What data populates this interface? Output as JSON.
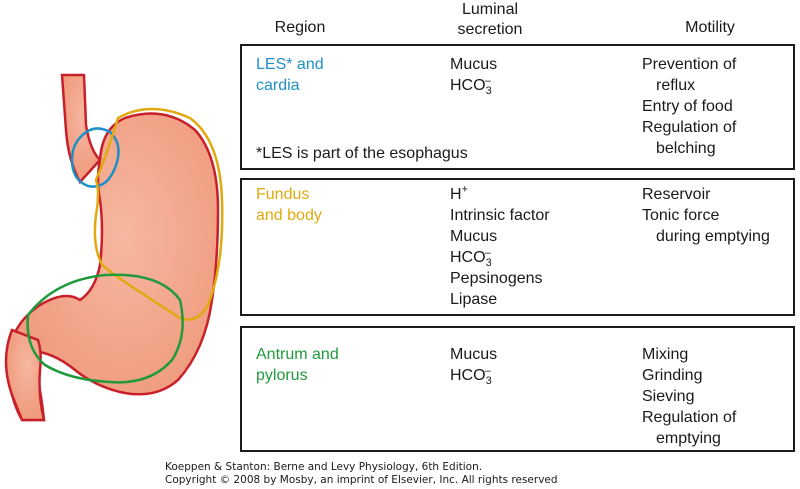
{
  "headers": {
    "region": "Region",
    "secretion_line1": "Luminal",
    "secretion_line2": "secretion",
    "motility": "Motility"
  },
  "rows": [
    {
      "region_lines": [
        "LES* and",
        "cardia"
      ],
      "region_color": "#1f8fc8",
      "secretions": [
        {
          "text": "Mucus"
        },
        {
          "text": "HCO",
          "sub": "3",
          "sup": "–"
        }
      ],
      "motility": [
        {
          "text": "Prevention of",
          "indent": false
        },
        {
          "text": "reflux",
          "indent": true
        },
        {
          "text": "Entry of food",
          "indent": false
        },
        {
          "text": "Regulation of",
          "indent": false
        },
        {
          "text": "belching",
          "indent": true
        }
      ],
      "note": "*LES is part of the esophagus"
    },
    {
      "region_lines": [
        "Fundus",
        "and body"
      ],
      "region_color": "#e0a910",
      "secretions": [
        {
          "text": "H",
          "sup": "+"
        },
        {
          "text": "Intrinsic factor"
        },
        {
          "text": "Mucus"
        },
        {
          "text": "HCO",
          "sub": "3",
          "sup": "–"
        },
        {
          "text": "Pepsinogens"
        },
        {
          "text": "Lipase"
        }
      ],
      "motility": [
        {
          "text": "Reservoir",
          "indent": false
        },
        {
          "text": "Tonic force",
          "indent": false
        },
        {
          "text": "during emptying",
          "indent": true
        }
      ]
    },
    {
      "region_lines": [
        "Antrum and",
        "pylorus"
      ],
      "region_color": "#1f9a3c",
      "secretions": [
        {
          "text": "Mucus"
        },
        {
          "text": "HCO",
          "sub": "3",
          "sup": "–"
        }
      ],
      "motility": [
        {
          "text": "Mixing",
          "indent": false
        },
        {
          "text": "Grinding",
          "indent": false
        },
        {
          "text": "Sieving",
          "indent": false
        },
        {
          "text": "Regulation of",
          "indent": false
        },
        {
          "text": "emptying",
          "indent": true
        }
      ]
    }
  ],
  "credit": {
    "line1": "Koeppen & Stanton: Berne and Levy Physiology, 6th Edition.",
    "line2": "Copyright © 2008 by Mosby, an imprint of Elsevier, Inc. All rights reserved"
  },
  "colors": {
    "stomach_fill": "#f2a58a",
    "stomach_outline": "#c8202a",
    "les_outline": "#1f8fc8",
    "fundus_outline": "#e0a910",
    "antrum_outline": "#1f9a3c"
  }
}
